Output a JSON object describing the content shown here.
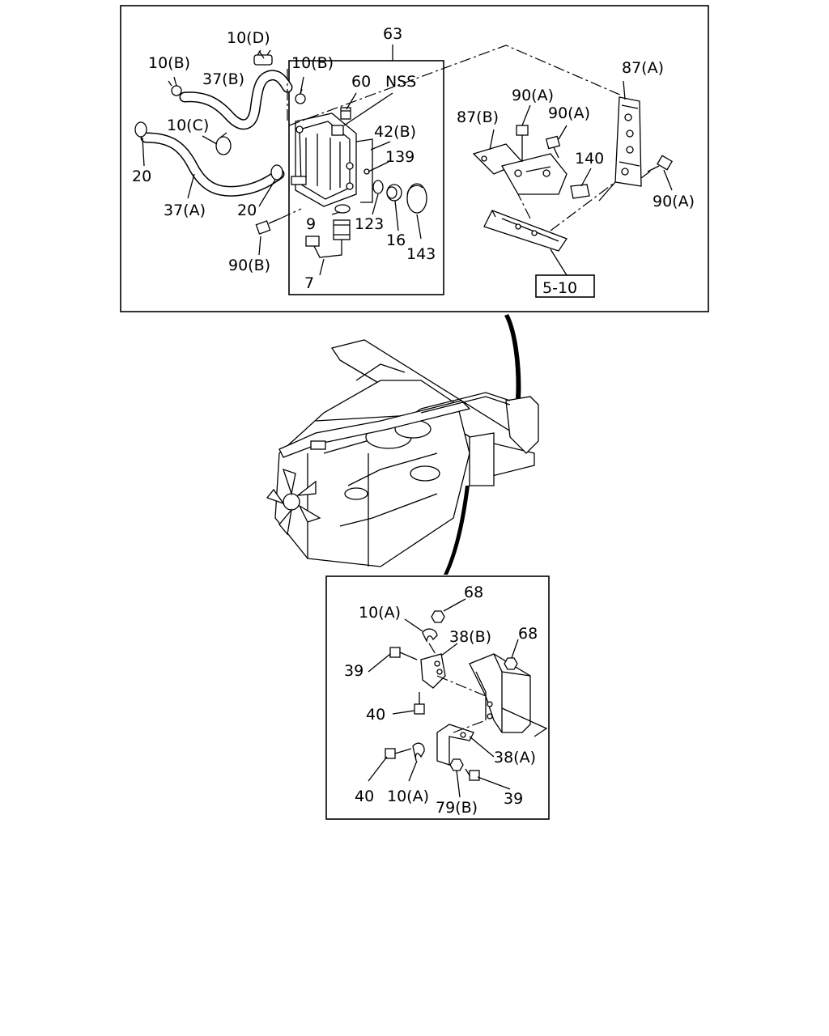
{
  "diagram": {
    "top_panel": {
      "labels": {
        "l_10d": "10(D)",
        "l_63": "63",
        "l_10b_1": "10(B)",
        "l_37b": "37(B)",
        "l_10b_2": "10(B)",
        "l_60": "60",
        "l_nss": "NSS",
        "l_87a": "87(A)",
        "l_90a_1": "90(A)",
        "l_87b": "87(B)",
        "l_90a_2": "90(A)",
        "l_10c": "10(C)",
        "l_42b": "42(B)",
        "l_139": "139",
        "l_140": "140",
        "l_20_1": "20",
        "l_90a_3": "90(A)",
        "l_37a": "37(A)",
        "l_20_2": "20",
        "l_9": "9",
        "l_123": "123",
        "l_16": "16",
        "l_143": "143",
        "l_90b": "90(B)",
        "l_7": "7",
        "l_ref": "5-10"
      }
    },
    "bottom_panel": {
      "labels": {
        "b_68_1": "68",
        "b_10a_1": "10(A)",
        "b_68_2": "68",
        "b_38b": "38(B)",
        "b_39_1": "39",
        "b_40_1": "40",
        "b_38a": "38(A)",
        "b_40_2": "40",
        "b_10a_2": "10(A)",
        "b_79b": "79(B)",
        "b_39_2": "39"
      }
    }
  }
}
